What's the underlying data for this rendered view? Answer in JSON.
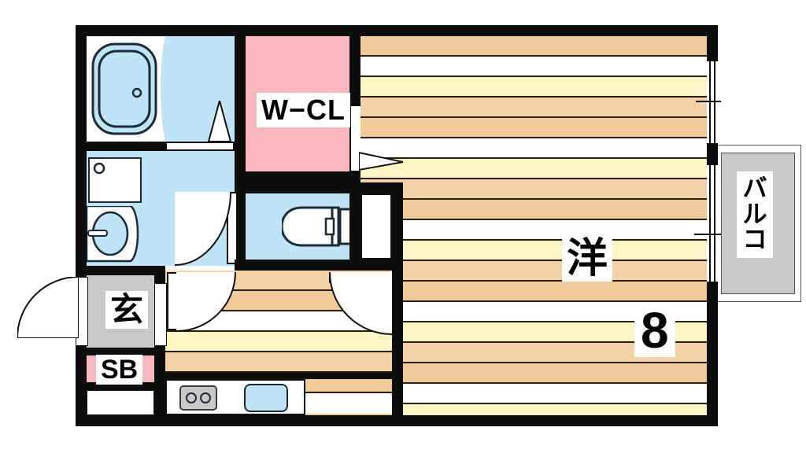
{
  "plan": {
    "title": "Japanese apartment floor plan (madori)",
    "layout_type": "1K",
    "wall_color": "#0d0d0d",
    "water_area_color": "#bfe3f7",
    "closet_color": "#f9b6bc",
    "entry_color": "#c9c9c9",
    "balcony_color": "#c9c9c9",
    "floor_colors": {
      "tan": "#f0cb99",
      "white": "#ffffff",
      "cream": "#fdf4c4",
      "tan_light": "#f2d2a6"
    }
  },
  "rooms": {
    "closet": {
      "label": "W−CL",
      "name": "walk-in closet"
    },
    "main_room": {
      "label": "洋",
      "size": "8",
      "name": "western-style room"
    },
    "entry": {
      "label": "玄",
      "name": "genkan entrance"
    },
    "shoe_box": {
      "label": "SB",
      "name": "shoe box"
    },
    "balcony": {
      "label": "バ\nル\nコ",
      "name": "balcony"
    },
    "bath": {
      "label": "",
      "name": "unit bath"
    },
    "washroom": {
      "label": "",
      "name": "washroom / vanity"
    },
    "toilet": {
      "label": "",
      "name": "toilet"
    },
    "kitchen": {
      "label": "",
      "name": "kitchen"
    },
    "hallway": {
      "label": "",
      "name": "hallway"
    },
    "storage": {
      "label": "",
      "name": "storage closet"
    }
  },
  "fixtures": {
    "bathtub": "bathtub-icon",
    "washer_pan": "washing-machine-pan-icon",
    "vanity_sink": "vanity-sink-icon",
    "toilet": "toilet-icon",
    "stove": "two-burner-stove-icon",
    "kitchen_sink": "kitchen-sink-icon",
    "entry_door": "entrance-door-icon",
    "balcony_door": "sliding-glass-door-icon",
    "window": "window-icon"
  }
}
